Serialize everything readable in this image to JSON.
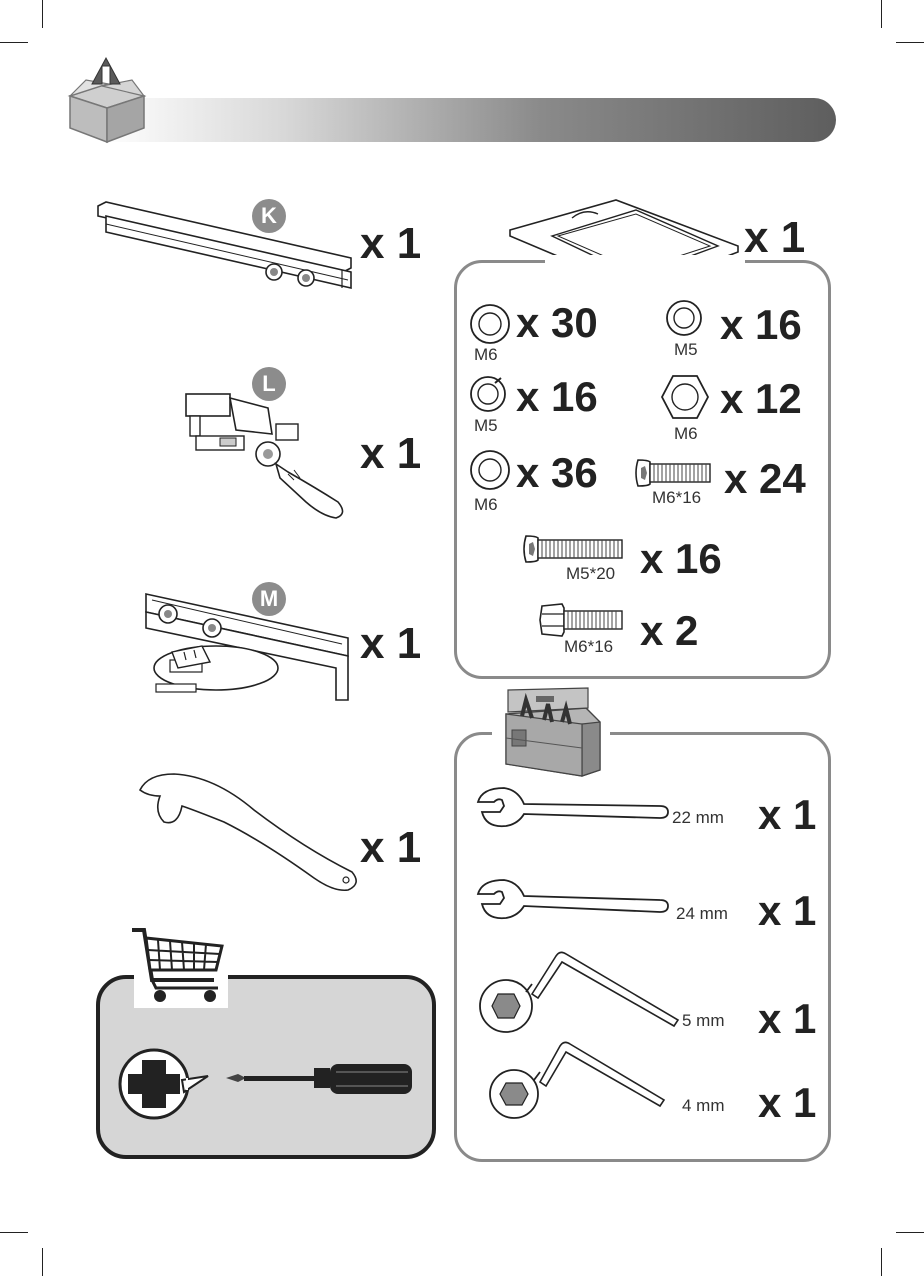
{
  "parts": [
    {
      "badge": "K",
      "qty": "x 1"
    },
    {
      "badge": "L",
      "qty": "x 1"
    },
    {
      "badge": "M",
      "qty": "x 1"
    },
    {
      "qty": "x 1"
    }
  ],
  "hardware_pack": {
    "qty": "x 1"
  },
  "hardware": [
    {
      "size": "M6",
      "qty": "x 30"
    },
    {
      "size": "M5",
      "qty": "x 16"
    },
    {
      "size": "M5",
      "qty": "x 16"
    },
    {
      "size": "M6",
      "qty": "x 12"
    },
    {
      "size": "M6",
      "qty": "x 36"
    },
    {
      "size": "M6*16",
      "qty": "x 24"
    },
    {
      "size": "M5*20",
      "qty": "x 16"
    },
    {
      "size": "M6*16",
      "qty": "x 2"
    }
  ],
  "tools": [
    {
      "size": "22 mm",
      "qty": "x 1"
    },
    {
      "size": "24  mm",
      "qty": "x 1"
    },
    {
      "size": "5  mm",
      "qty": "x 1"
    },
    {
      "size": "4  mm",
      "qty": "x 1"
    }
  ],
  "colors": {
    "header_dark": "#6a6a6a",
    "panel_border": "#8a8a8a",
    "shop_panel_bg": "#d6d6d6"
  }
}
